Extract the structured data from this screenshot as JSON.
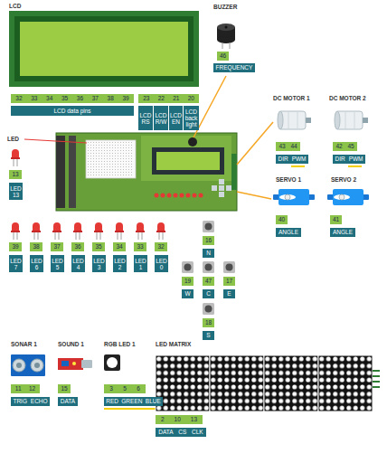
{
  "diagram": {
    "nodes": [
      {
        "text": [
          "32",
          "33",
          "34",
          "35",
          "36",
          "37",
          "38",
          "39"
        ]
      },
      {
        "text": [
          "LCD data pins"
        ]
      },
      {
        "text": [
          "23",
          "22",
          "21",
          "20"
        ]
      },
      {
        "text": [
          "LCD RS"
        ]
      },
      {
        "text": [
          "LCD R/W"
        ]
      },
      {
        "text": [
          "LCD EN"
        ]
      },
      {
        "text": [
          "LCD back light"
        ]
      },
      {
        "text": [
          "46"
        ]
      },
      {
        "text": [
          "FREQUENCY"
        ]
      },
      {
        "text": [
          "43",
          "44"
        ]
      },
      {
        "text": [
          "DIR",
          "PWM"
        ]
      },
      {
        "text": [
          "42",
          "45"
        ]
      },
      {
        "text": [
          "DIR",
          "PWM"
        ]
      },
      {
        "text": [
          "40"
        ]
      },
      {
        "text": [
          "ANGLE"
        ]
      },
      {
        "text": [
          "41"
        ]
      },
      {
        "text": [
          "ANGLE"
        ]
      },
      {
        "text": [
          "13"
        ]
      },
      {
        "text": [
          "LED 13"
        ]
      },
      {
        "text": [
          "39"
        ]
      },
      {
        "text": [
          "LED 7"
        ]
      },
      {
        "text": [
          "38"
        ]
      },
      {
        "text": [
          "LED 6"
        ]
      },
      {
        "text": [
          "37"
        ]
      },
      {
        "text": [
          "LED 5"
        ]
      },
      {
        "text": [
          "36"
        ]
      },
      {
        "text": [
          "LED 4"
        ]
      },
      {
        "text": [
          "35"
        ]
      },
      {
        "text": [
          "LED 3"
        ]
      },
      {
        "text": [
          "34"
        ]
      },
      {
        "text": [
          "LED 2"
        ]
      },
      {
        "text": [
          "33"
        ]
      },
      {
        "text": [
          "LED 1"
        ]
      },
      {
        "text": [
          "32"
        ]
      },
      {
        "text": [
          "LED 0"
        ]
      },
      {
        "text": [
          "16"
        ]
      },
      {
        "text": [
          "N"
        ]
      },
      {
        "text": [
          "19"
        ]
      },
      {
        "text": [
          "W"
        ]
      },
      {
        "text": [
          "47"
        ]
      },
      {
        "text": [
          "C"
        ]
      },
      {
        "text": [
          "17"
        ]
      },
      {
        "text": [
          "E"
        ]
      },
      {
        "text": [
          "18"
        ]
      },
      {
        "text": [
          "S"
        ]
      },
      {
        "text": [
          "11",
          "12"
        ]
      },
      {
        "text": [
          "TRIG",
          "ECHO"
        ]
      },
      {
        "text": [
          "15"
        ]
      },
      {
        "text": [
          "DATA"
        ]
      },
      {
        "text": [
          "3",
          "5",
          "6"
        ]
      },
      {
        "text": [
          "RED",
          "GREEN",
          "BLUE"
        ]
      },
      {
        "text": [
          "2",
          "10",
          "13"
        ]
      },
      {
        "text": [
          "DATA",
          "CS",
          "CLK"
        ]
      }
    ],
    "labels": [
      "LCD",
      "BUZZER",
      "LED",
      "DC MOTOR 1",
      "DC MOTOR 2",
      "SERVO 1",
      "SERVO 2",
      "SONAR 1",
      "SOUND 1",
      "RGB LED 1",
      "LED MATRIX"
    ]
  }
}
